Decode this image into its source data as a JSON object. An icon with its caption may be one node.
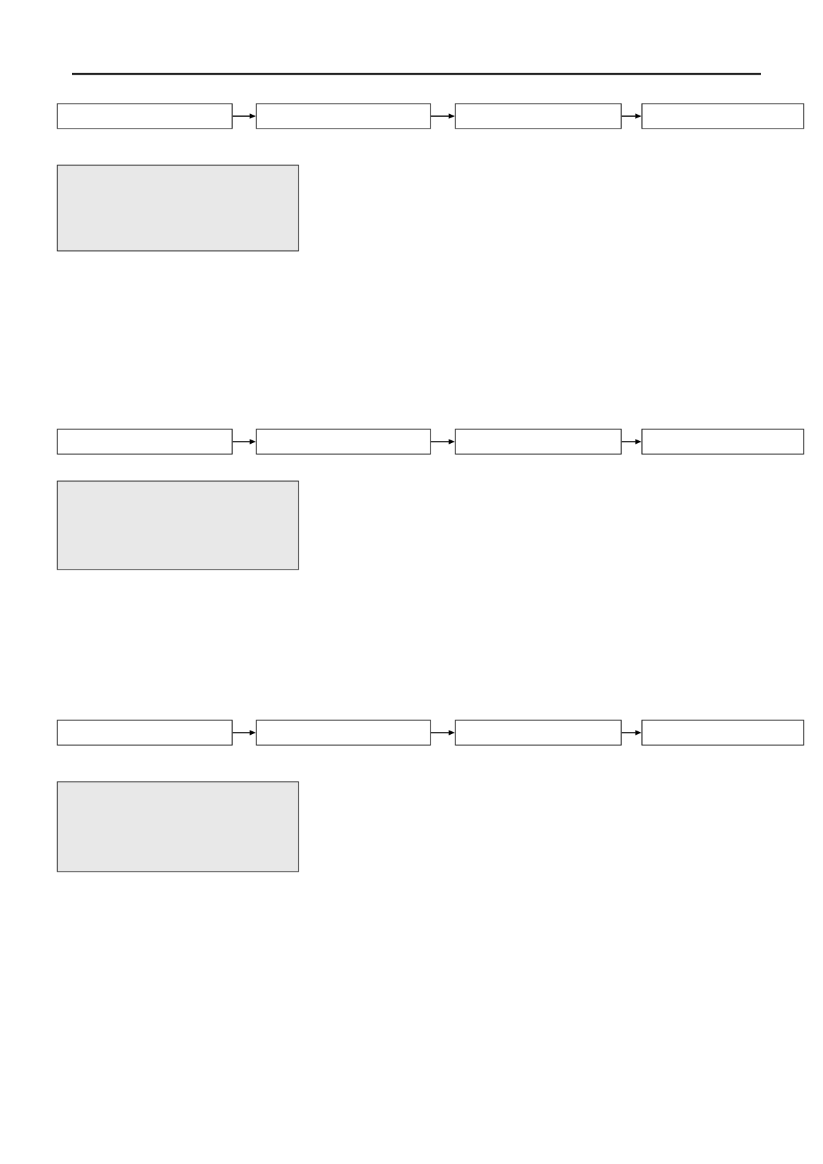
{
  "diagram": {
    "nodes": [
      {
        "text": [],
        "shape": "box"
      },
      {
        "text": [],
        "shape": "box"
      },
      {
        "text": [],
        "shape": "box"
      },
      {
        "text": [],
        "shape": "box"
      },
      {
        "text": [],
        "shape": "box"
      },
      {
        "text": [],
        "shape": "box"
      },
      {
        "text": [],
        "shape": "box"
      },
      {
        "text": [],
        "shape": "box"
      },
      {
        "text": [],
        "shape": "box"
      },
      {
        "text": [],
        "shape": "box"
      },
      {
        "text": [],
        "shape": "box"
      },
      {
        "text": [],
        "shape": "box"
      },
      {
        "text": [],
        "shape": "box"
      },
      {
        "text": [],
        "shape": "box"
      },
      {
        "text": [],
        "shape": "box"
      }
    ],
    "edges": [
      {
        "from": 0,
        "to": 1,
        "arrow": "to"
      },
      {
        "from": 1,
        "to": 2,
        "arrow": "to"
      },
      {
        "from": 2,
        "to": 3,
        "arrow": "to"
      },
      {
        "from": 5,
        "to": 6,
        "arrow": "to"
      },
      {
        "from": 6,
        "to": 7,
        "arrow": "to"
      },
      {
        "from": 7,
        "to": 8,
        "arrow": "to"
      },
      {
        "from": 10,
        "to": 11,
        "arrow": "to"
      },
      {
        "from": 11,
        "to": 12,
        "arrow": "to"
      },
      {
        "from": 12,
        "to": 13,
        "arrow": "to"
      }
    ]
  }
}
